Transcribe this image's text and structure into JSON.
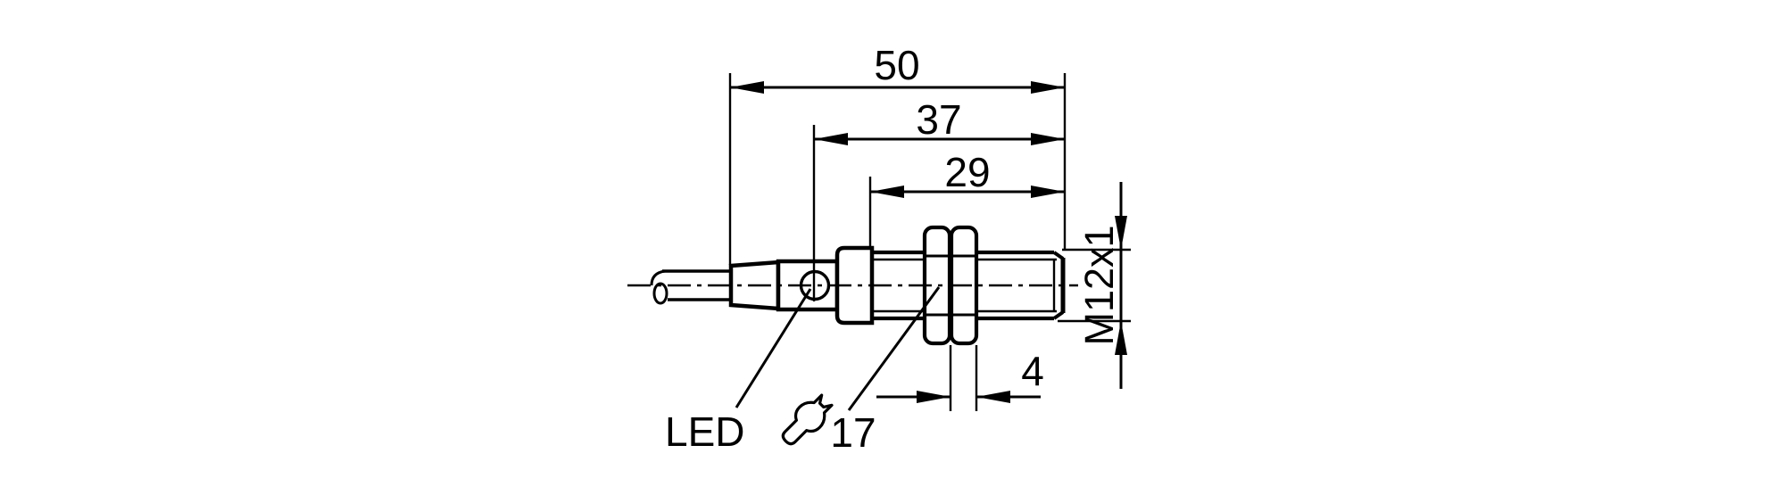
{
  "drawing": {
    "type": "technical-dimension-drawing",
    "subject": "cylindrical-sensor-with-cable",
    "colors": {
      "line": "#000000",
      "background": "#ffffff"
    },
    "labels": {
      "overall_length": "50",
      "body_length": "37",
      "thread_length": "29",
      "nut_width": "4",
      "thread_spec": "M12x1",
      "wrench_size": "17",
      "led": "LED"
    }
  }
}
